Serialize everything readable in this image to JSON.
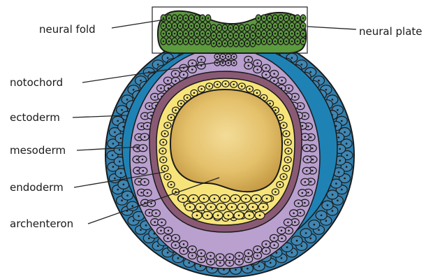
{
  "labels": {
    "neural_fold": "neural fold",
    "neural_plate": "neural plate",
    "notochord": "notochord",
    "ectoderm": "ectoderm",
    "mesoderm": "mesoderm",
    "endoderm": "endoderm",
    "archenteron": "archenteron"
  },
  "colors": {
    "ectoderm_cells": "#3f86b3",
    "ectoderm_fluid": "#1f82b5",
    "mesoderm_cells": "#b9a0cf",
    "mesoderm_fluid": "#8a5a75",
    "endoderm_cells": "#f6e47a",
    "archenteron_center": "#f1d68e",
    "archenteron_edge": "#c49a42",
    "neural_plate_cells": "#5c9a3e",
    "notochord_cells": "#b9a0cf",
    "outline": "#1a1a1a"
  }
}
